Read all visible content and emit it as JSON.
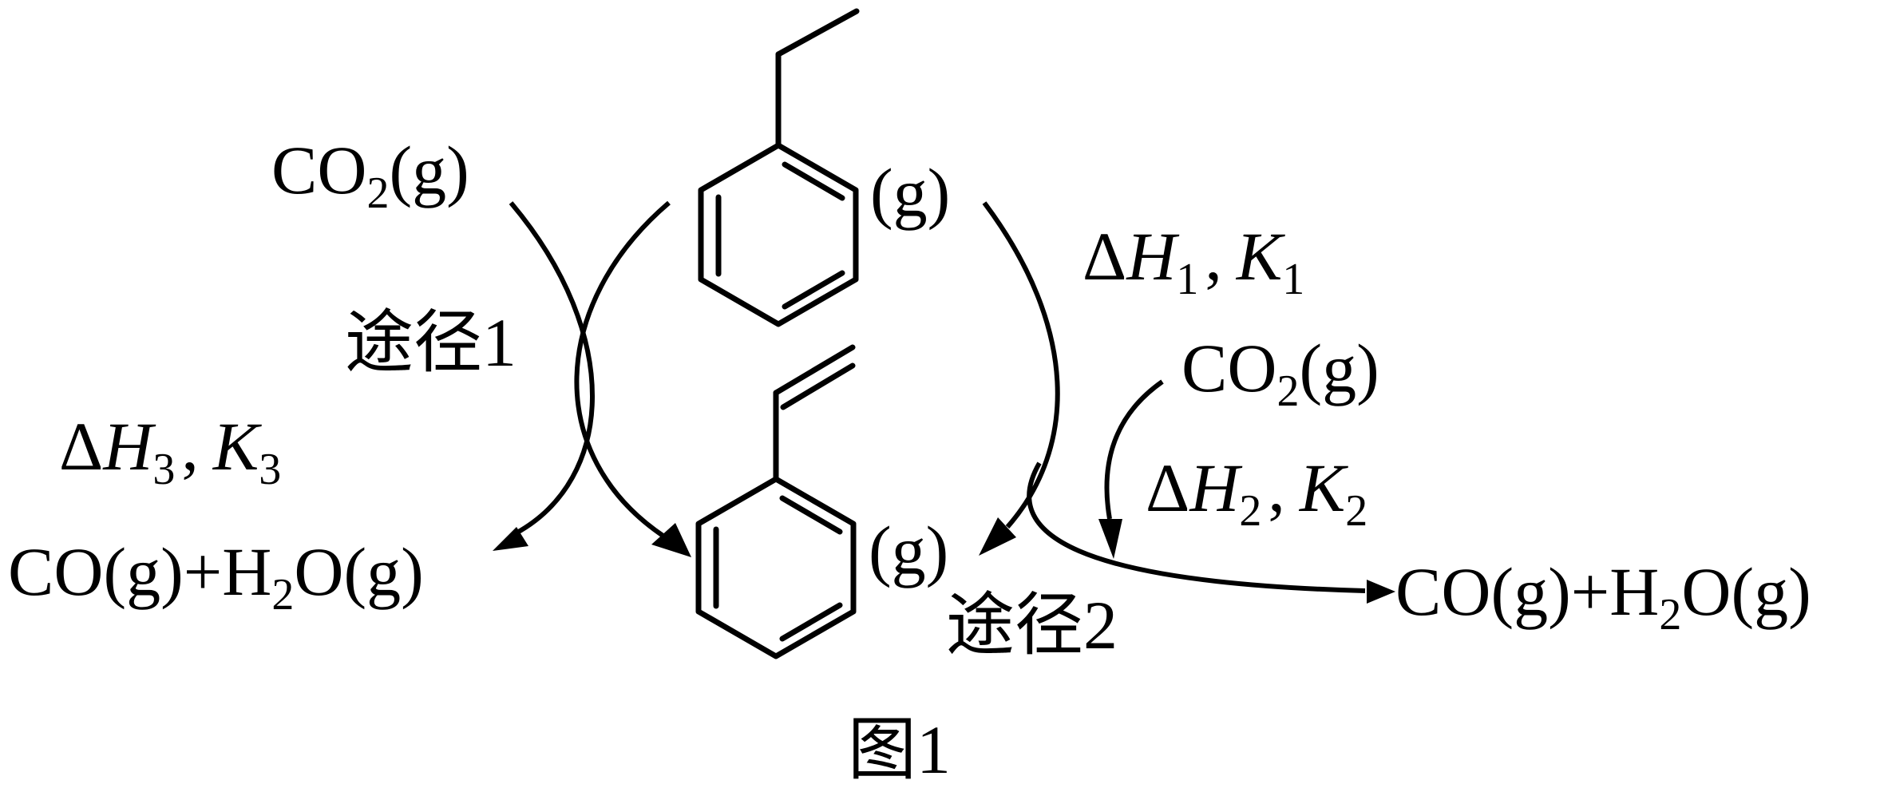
{
  "colors": {
    "ink": "#000000",
    "background": "#ffffff"
  },
  "molecules": {
    "reactant": {
      "name": "ethylbenzene",
      "phase": "(g)"
    },
    "product": {
      "name": "styrene",
      "phase": "(g)"
    }
  },
  "route1": {
    "label": "途径1",
    "reactant": {
      "formula": "CO",
      "subscript": "2",
      "phase": "(g)"
    },
    "thermo": {
      "delta": "Δ",
      "h_symbol": "H",
      "h_sub": "3",
      "comma": ",",
      "k_symbol": "K",
      "k_sub": "3"
    },
    "products": {
      "part1": "CO(g)+H",
      "subscript": "2",
      "part2": "O(g)"
    }
  },
  "route2": {
    "label": "途径2",
    "step1": {
      "thermo": {
        "delta": "Δ",
        "h_symbol": "H",
        "h_sub": "1",
        "comma": ",",
        "k_symbol": "K",
        "k_sub": "1"
      }
    },
    "step2": {
      "reactant": {
        "formula": "CO",
        "subscript": "2",
        "phase": "(g)"
      },
      "thermo": {
        "delta": "Δ",
        "h_symbol": "H",
        "h_sub": "2",
        "comma": ",",
        "k_symbol": "K",
        "k_sub": "2"
      }
    },
    "products": {
      "part1": "CO(g)+H",
      "subscript": "2",
      "part2": "O(g)"
    }
  },
  "figure": {
    "caption": "图1"
  }
}
